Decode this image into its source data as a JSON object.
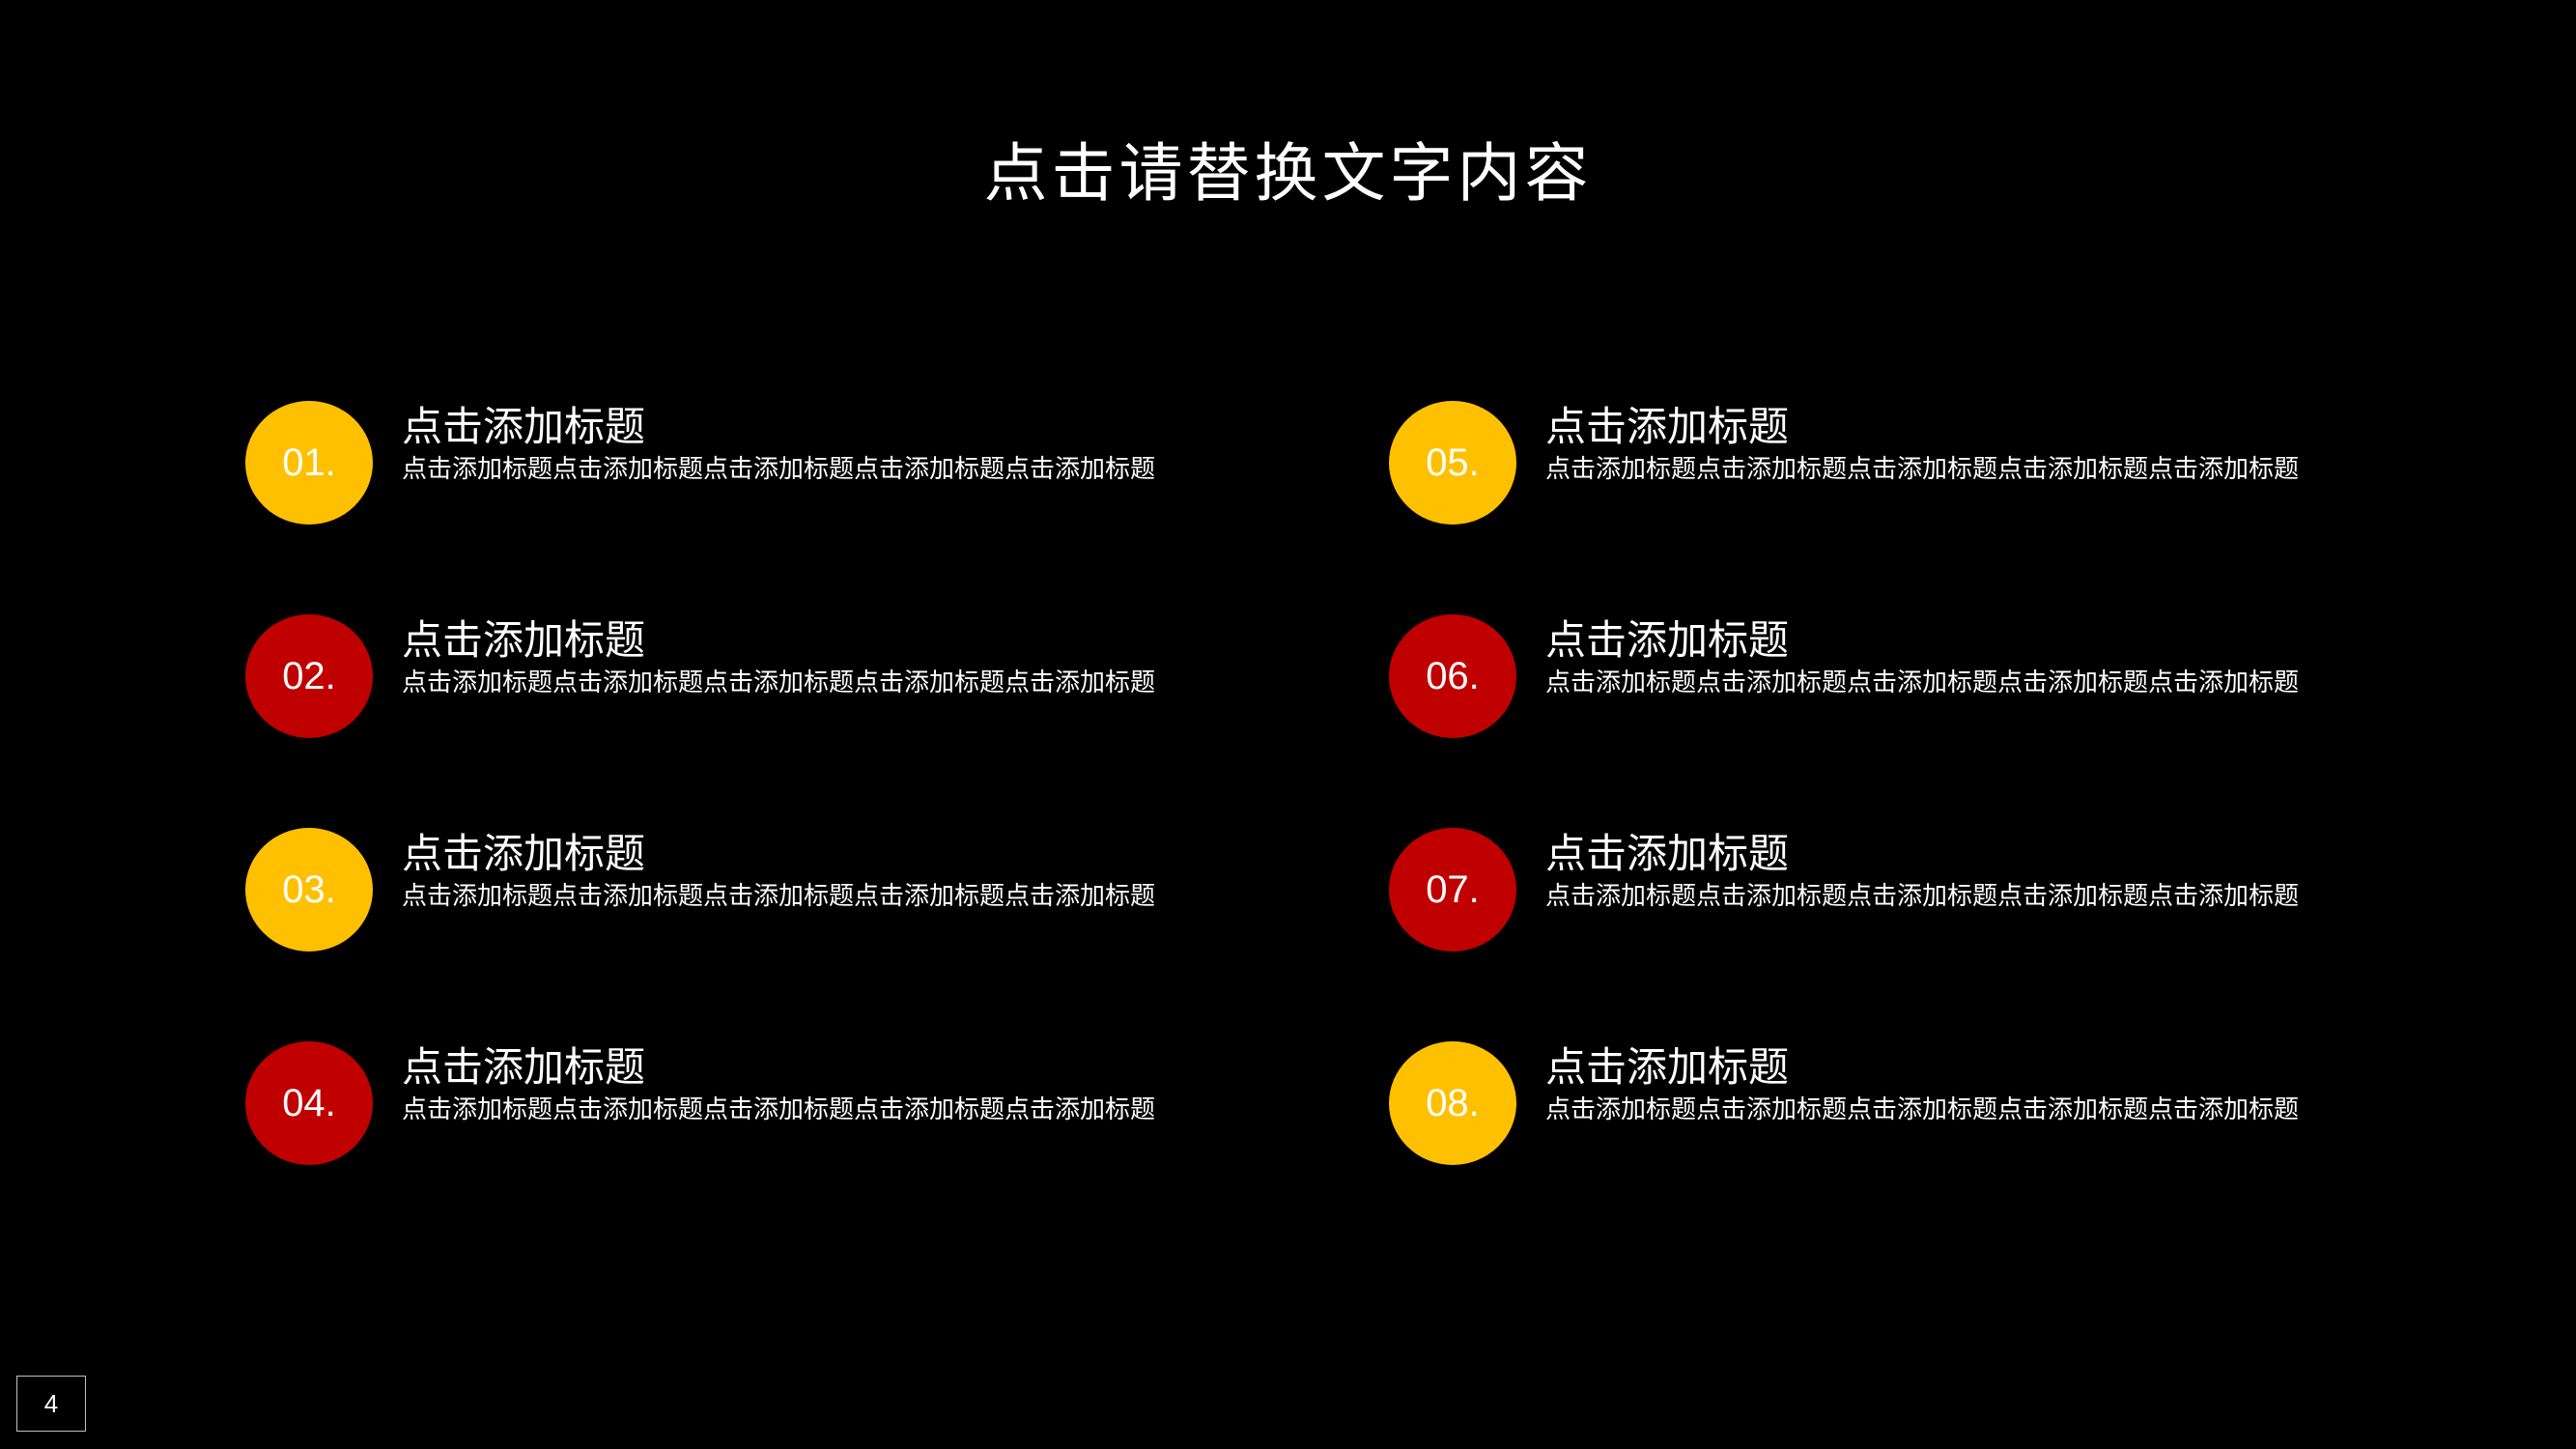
{
  "slide": {
    "title": "点击请替换文字内容",
    "page_number": "4"
  },
  "colors": {
    "background": "#000000",
    "yellow": "#FFC000",
    "red": "#C00000",
    "text": "#FFFFFF"
  },
  "items": [
    {
      "number": "01.",
      "heading": "点击添加标题",
      "description": "点击添加标题点击添加标题点击添加标题点击添加标题点击添加标题",
      "color": "#FFC000"
    },
    {
      "number": "02.",
      "heading": "点击添加标题",
      "description": "点击添加标题点击添加标题点击添加标题点击添加标题点击添加标题",
      "color": "#C00000"
    },
    {
      "number": "03.",
      "heading": "点击添加标题",
      "description": "点击添加标题点击添加标题点击添加标题点击添加标题点击添加标题",
      "color": "#FFC000"
    },
    {
      "number": "04.",
      "heading": "点击添加标题",
      "description": "点击添加标题点击添加标题点击添加标题点击添加标题点击添加标题",
      "color": "#C00000"
    },
    {
      "number": "05.",
      "heading": "点击添加标题",
      "description": "点击添加标题点击添加标题点击添加标题点击添加标题点击添加标题",
      "color": "#FFC000"
    },
    {
      "number": "06.",
      "heading": "点击添加标题",
      "description": "点击添加标题点击添加标题点击添加标题点击添加标题点击添加标题",
      "color": "#C00000"
    },
    {
      "number": "07.",
      "heading": "点击添加标题",
      "description": "点击添加标题点击添加标题点击添加标题点击添加标题点击添加标题",
      "color": "#C00000"
    },
    {
      "number": "08.",
      "heading": "点击添加标题",
      "description": "点击添加标题点击添加标题点击添加标题点击添加标题点击添加标题",
      "color": "#FFC000"
    }
  ]
}
